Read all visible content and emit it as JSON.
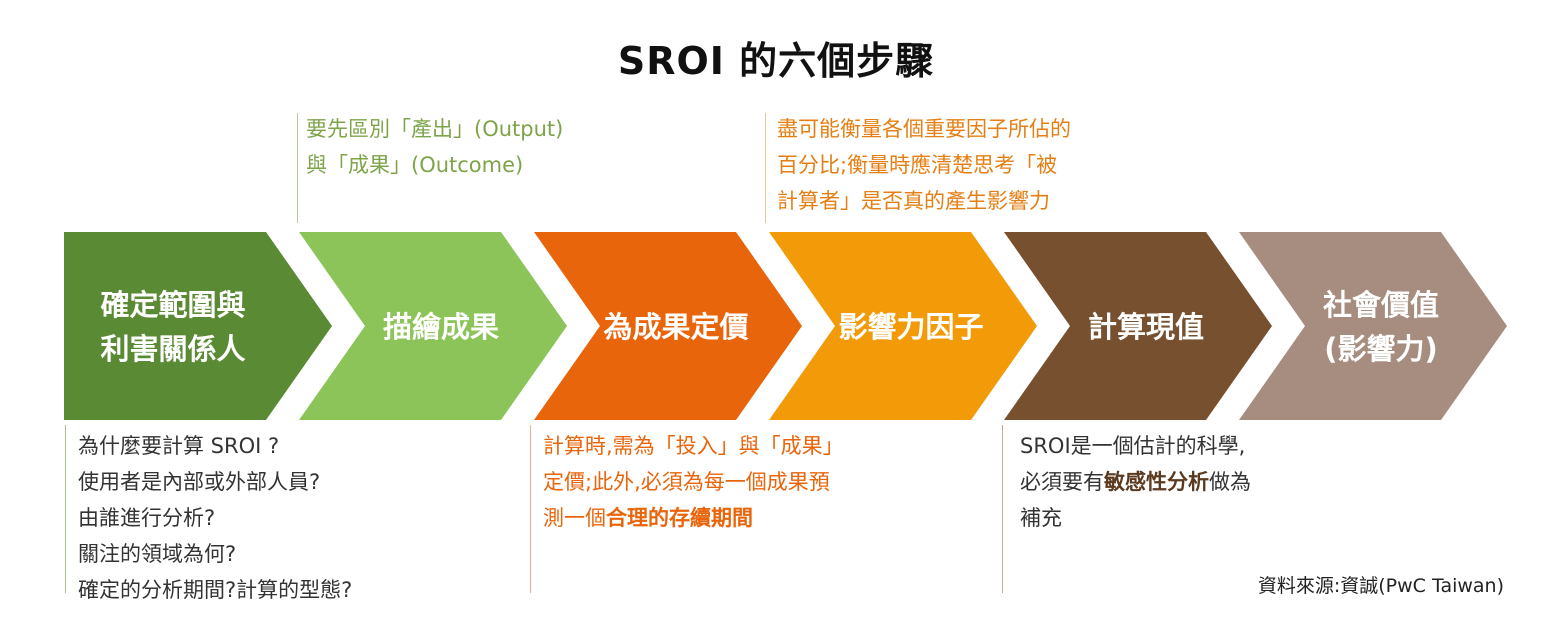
{
  "title": "SROI 的六個步驟",
  "colors": {
    "step1": "#5a8a34",
    "step2": "#8cc45a",
    "step3": "#e9650c",
    "step4": "#f29a08",
    "step5": "#76502f",
    "step6": "#a68d80",
    "top_note_green": "#7ea44a",
    "top_note_orange": "#e57f14",
    "bottom_note_green": "#333333",
    "bottom_note_orange": "#e9650c",
    "bottom_note_brown": "#333333",
    "bold_brown": "#5b3a20"
  },
  "steps": [
    {
      "lines": [
        "確定範圍與",
        "利害關係人"
      ]
    },
    {
      "lines": [
        "描繪成果"
      ]
    },
    {
      "lines": [
        "為成果定價"
      ]
    },
    {
      "lines": [
        "影響力因子"
      ]
    },
    {
      "lines": [
        "計算現值"
      ]
    },
    {
      "lines": [
        "社會價值",
        "(影響力)"
      ]
    }
  ],
  "top_notes": {
    "outcome": [
      "要先區別「產出」(Output)",
      "與「成果」(Outcome)"
    ],
    "factor": [
      "盡可能衡量各個重要因子所佔的",
      "百分比;衡量時應清楚思考「被",
      "計算者」是否真的產生影響力"
    ]
  },
  "bottom_notes": {
    "scope": [
      "為什麼要計算 SROI ?",
      "使用者是內部或外部人員?",
      "由誰進行分析?",
      "關注的領域為何?",
      "確定的分析期間?計算的型態?"
    ],
    "valuation": {
      "line1": "計算時,需為「投入」與「成果」",
      "line2": "定價;此外,必須為每一個成果預",
      "line3_plain": "測一個",
      "line3_bold": "合理的存續期間"
    },
    "present_value": {
      "line1": "SROI是一個估計的科學,",
      "line2_plain_a": "必須要有",
      "line2_bold": "敏感性分析",
      "line2_plain_b": "做為",
      "line3": "補充"
    }
  },
  "source": "資料來源:資誠(PwC Taiwan)"
}
